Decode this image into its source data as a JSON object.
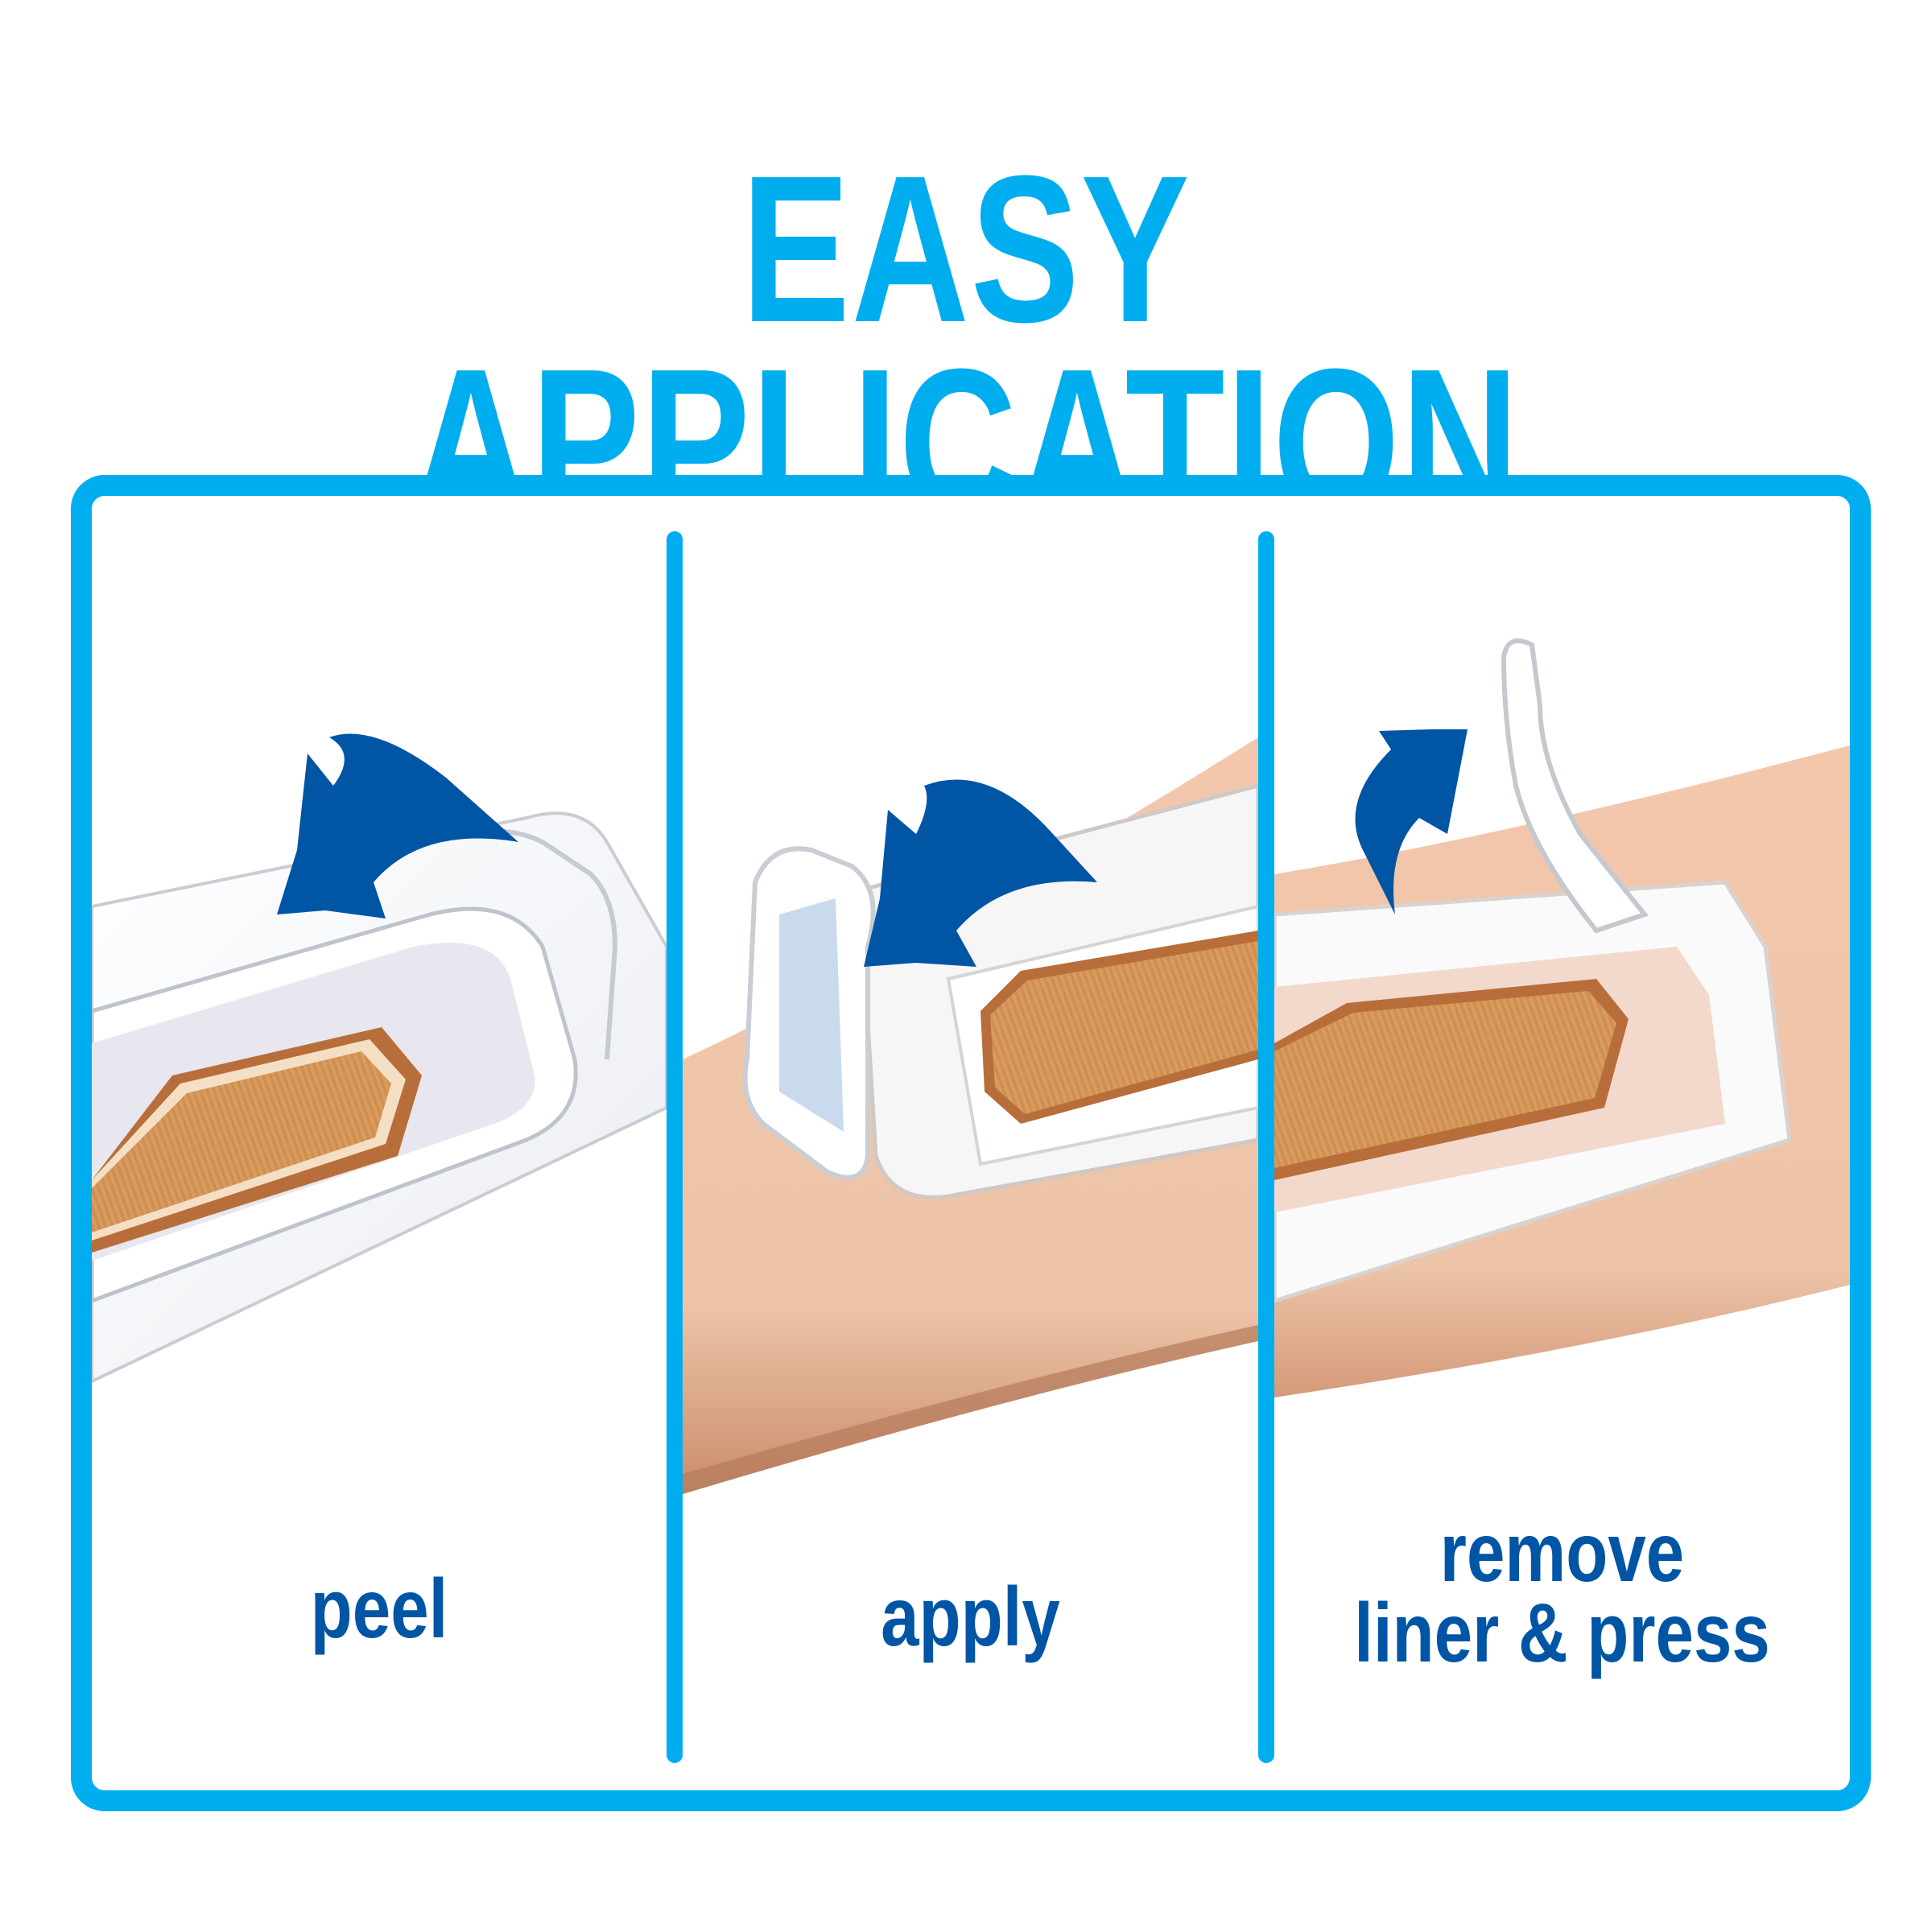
{
  "title": "EASY APPLICATION",
  "colors": {
    "accent": "#00AEEF",
    "caption": "#0055A5",
    "arrow": "#0055A5",
    "skin": "#F2C3A6",
    "pad": "#D99B5E"
  },
  "steps": [
    {
      "label": "peel",
      "icon": "curved-arrow-left-icon"
    },
    {
      "label": "apply",
      "icon": "curved-arrow-left-icon"
    },
    {
      "label_line1": "remove",
      "label_line2": "liner & press",
      "icon": "curved-arrow-up-icon"
    }
  ]
}
